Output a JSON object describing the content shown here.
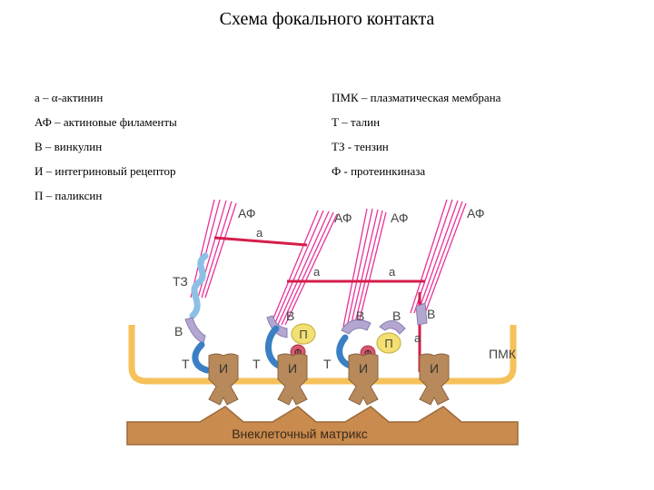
{
  "title": "Схема фокального контакта",
  "legend_left": [
    "а – α-актинин",
    "АФ – актиновые филаменты",
    "В – винкулин",
    "И – интегриновый рецептор",
    "П – паликсин"
  ],
  "legend_right": [
    "ПМК – плазматическая мембрана",
    "Т – талин",
    "ТЗ - тензин",
    "Ф - протеинкиназа"
  ],
  "labels": {
    "af": "АФ",
    "a": "а",
    "tz": "ТЗ",
    "v": "В",
    "t": "Т",
    "i": "И",
    "p": "П",
    "f": "Ф",
    "pmk": "ПМК",
    "matrix": "Внеклеточный матрикс"
  },
  "colors": {
    "actin": "#e8339a",
    "alpha_actinin": "#d41e4a",
    "membrane": "#f5c15a",
    "integrin": "#b8895a",
    "matrix": "#c98b4e",
    "talin": "#3a7fc4",
    "tensin": "#8ec0e6",
    "vinculin": "#b3a6d1",
    "paxillin": "#f3e073",
    "kinase": "#d9586e"
  }
}
